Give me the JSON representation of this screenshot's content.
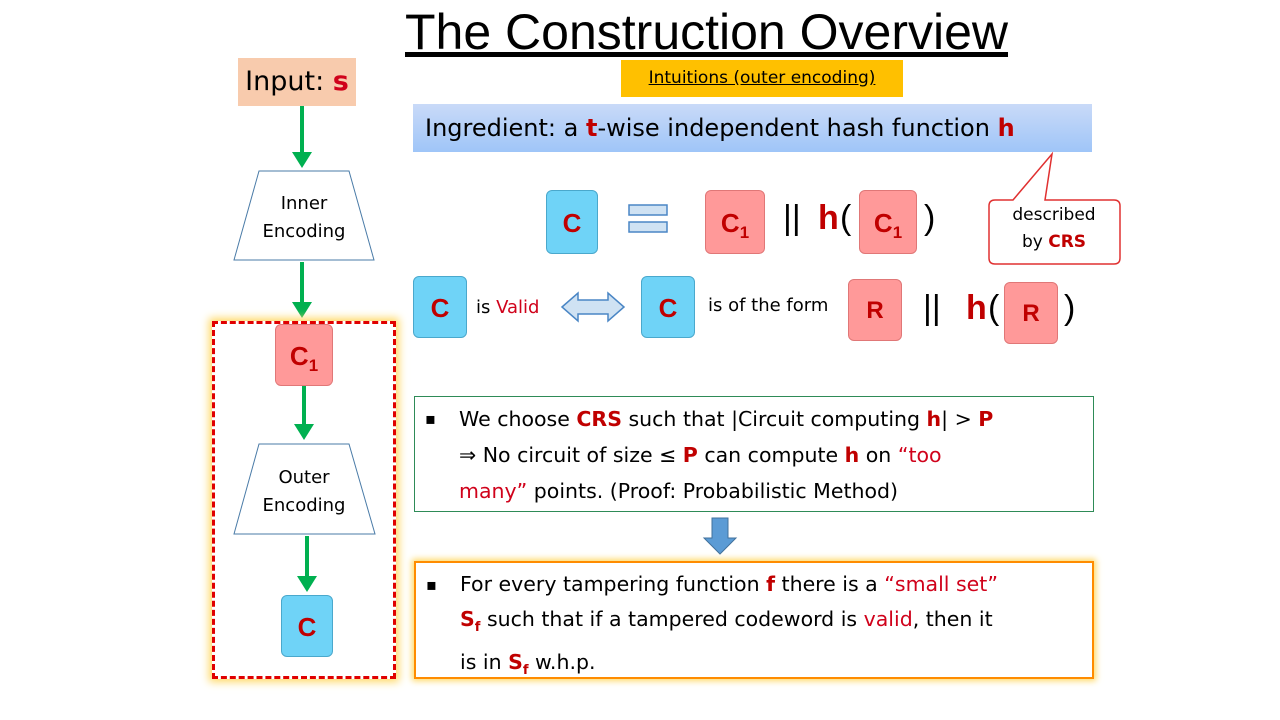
{
  "title": "The Construction Overview",
  "input": {
    "label": "Input: ",
    "var": "s"
  },
  "intuitions": "Intuitions (outer encoding)",
  "ingredient": {
    "pre": "Ingredient: a ",
    "t": "t",
    "mid": "-wise independent hash function ",
    "h": "h"
  },
  "flow": {
    "inner_line1": "Inner",
    "inner_line2": "Encoding",
    "c1": "C",
    "c1_sub": "1",
    "outer_line1": "Outer",
    "outer_line2": "Encoding",
    "c": "C"
  },
  "eq_row": {
    "c": "C",
    "c1": "C",
    "c1_sub": "1",
    "bars": "||",
    "h": "h",
    "open": "(",
    "inner_c1": "C",
    "inner_c1_sub": "1",
    "close": ")"
  },
  "callout": {
    "line1": "described",
    "line2_pre": "by ",
    "line2_crs": "CRS"
  },
  "valid_row": {
    "c_left": "C",
    "is": "is ",
    "valid": "Valid",
    "c_right": "C",
    "form": "is of the form",
    "r": "R",
    "bars": "||",
    "h": "h",
    "open": "(",
    "r_inner": "R",
    "close": ")"
  },
  "box1": {
    "bullet": "▪",
    "l1_a": "We choose ",
    "l1_crs": "CRS",
    "l1_b": " such that  |Circuit computing ",
    "l1_h": "h",
    "l1_c": "| > ",
    "l1_p": "P",
    "l2_a": "⇒ No circuit of size ≤ ",
    "l2_p": "P",
    "l2_b": " can compute ",
    "l2_h": "h",
    "l2_c": "  on ",
    "l2_too": "“too",
    "l3_many": "many”",
    "l3_b": " points. (Proof: Probabilistic Method)"
  },
  "box2": {
    "bullet": "▪",
    "l1_a": "For every tampering function ",
    "l1_f": "f",
    "l1_b": " there is a ",
    "l1_small": "“small set”",
    "l2_s": "S",
    "l2_sub": "f",
    "l2_b": " such that if a tampered codeword is ",
    "l2_valid": "valid",
    "l2_c": ", then it",
    "l3_a": "is in ",
    "l3_s": "S",
    "l3_sub": "f",
    "l3_b": " w.h.p."
  },
  "colors": {
    "red": "#c00000",
    "tile_c": "#6fd3f7",
    "tile_r": "#ff9999",
    "green": "#00b050",
    "orange": "#ffc000",
    "input": "#f8cbad"
  }
}
